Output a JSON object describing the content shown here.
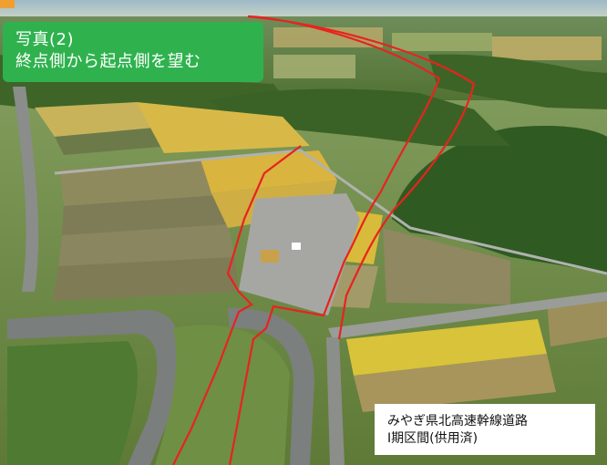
{
  "photo_caption": {
    "line1": "写真(2)",
    "line2": "終点側から起点側を望む"
  },
  "section_label": {
    "line1": "みやぎ県北高速幹線道路",
    "line2": "Ⅰ期区間(供用済)"
  },
  "colors": {
    "caption_background": "#2fb24e",
    "caption_text": "#ffffff",
    "route_outline": "#e8231e",
    "corner_tab": "#f0a030"
  }
}
